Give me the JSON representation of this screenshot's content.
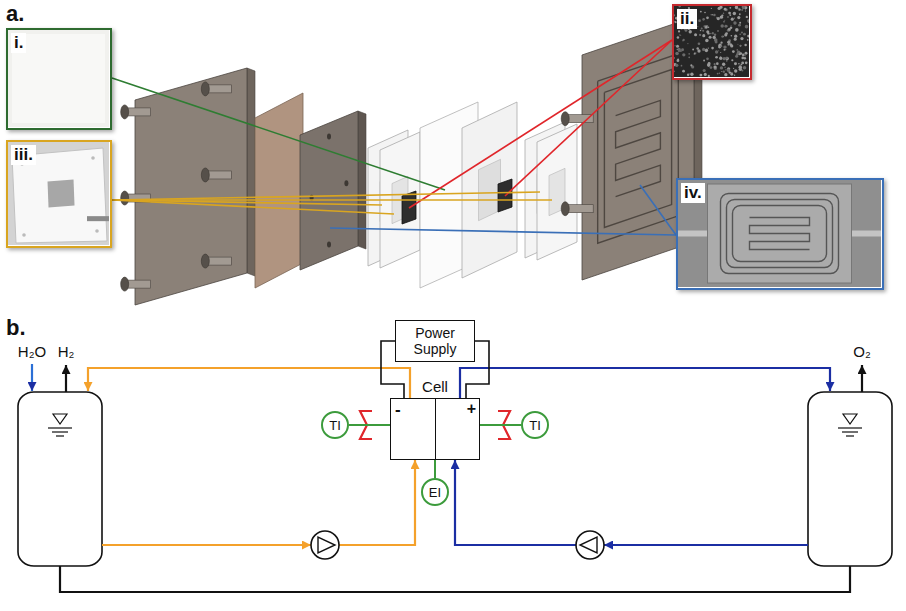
{
  "diagram": {
    "nodes": [
      {
        "text": [
          "i."
        ]
      },
      {
        "text": [
          "ii."
        ]
      },
      {
        "text": [
          "iii."
        ]
      },
      {
        "text": [
          "iv."
        ]
      },
      {
        "text": [
          "Power Supply"
        ]
      },
      {
        "text": [
          "Cell"
        ]
      },
      {
        "text": [
          "TI"
        ]
      },
      {
        "text": [
          "TI"
        ]
      },
      {
        "text": [
          "EI"
        ]
      }
    ],
    "edges": [
      {
        "from": 4,
        "to": 5,
        "arrow": "none"
      },
      {
        "from": 4,
        "to": 5,
        "arrow": "none"
      },
      {
        "from": 6,
        "to": 5,
        "arrow": "none"
      },
      {
        "from": 7,
        "to": 5,
        "arrow": "none"
      },
      {
        "from": 8,
        "to": 5,
        "arrow": "none"
      }
    ],
    "labels": [
      "a.",
      "b.",
      "H₂O",
      "H₂",
      "O₂",
      "-",
      "+"
    ]
  }
}
